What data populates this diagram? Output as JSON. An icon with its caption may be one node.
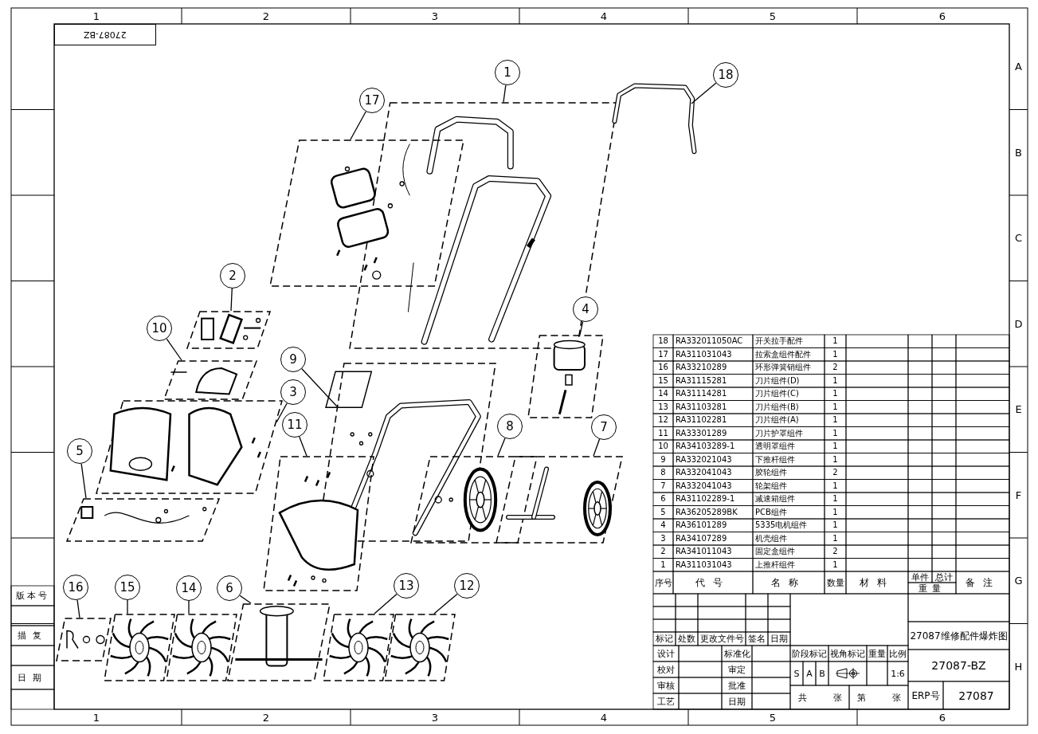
{
  "diagram": {
    "nodes": [
      {
        "text": [
          "1"
        ]
      },
      {
        "text": [],
        "shape": "picture"
      },
      {
        "text": [
          "18"
        ]
      },
      {
        "text": [],
        "shape": "picture"
      },
      {
        "text": [
          "17"
        ]
      },
      {
        "text": [],
        "shape": "picture"
      },
      {
        "text": [
          "2"
        ]
      },
      {
        "text": [],
        "shape": "picture"
      },
      {
        "text": [
          "4"
        ]
      },
      {
        "text": [],
        "shape": "picture"
      },
      {
        "text": [
          "10"
        ]
      },
      {
        "text": [],
        "shape": "picture"
      },
      {
        "text": [
          "9"
        ]
      },
      {
        "text": [],
        "shape": "picture"
      },
      {
        "text": [
          "3"
        ]
      },
      {
        "text": [],
        "shape": "picture"
      },
      {
        "text": [
          "11"
        ]
      },
      {
        "text": [],
        "shape": "picture"
      },
      {
        "text": [
          "8"
        ]
      },
      {
        "text": [],
        "shape": "picture"
      },
      {
        "text": [
          "7"
        ]
      },
      {
        "text": [],
        "shape": "picture"
      },
      {
        "text": [
          "5"
        ]
      },
      {
        "text": [],
        "shape": "picture"
      },
      {
        "text": [
          "16"
        ]
      },
      {
        "text": [],
        "shape": "picture"
      },
      {
        "text": [
          "15"
        ]
      },
      {
        "text": [],
        "shape": "picture"
      },
      {
        "text": [
          "14"
        ]
      },
      {
        "text": [],
        "shape": "picture"
      },
      {
        "text": [
          "6"
        ]
      },
      {
        "text": [],
        "shape": "picture"
      },
      {
        "text": [
          "13"
        ]
      },
      {
        "text": [],
        "shape": "picture"
      },
      {
        "text": [
          "12"
        ]
      },
      {
        "text": [],
        "shape": "picture"
      }
    ],
    "edges": [
      {
        "from": 0,
        "to": 1,
        "arrow": "none"
      },
      {
        "from": 2,
        "to": 3,
        "arrow": "none"
      },
      {
        "from": 4,
        "to": 5,
        "arrow": "none"
      },
      {
        "from": 6,
        "to": 7,
        "arrow": "none"
      },
      {
        "from": 8,
        "to": 9,
        "arrow": "none"
      },
      {
        "from": 10,
        "to": 11,
        "arrow": "none"
      },
      {
        "from": 12,
        "to": 13,
        "arrow": "none"
      },
      {
        "from": 14,
        "to": 15,
        "arrow": "none"
      },
      {
        "from": 16,
        "to": 17,
        "arrow": "none"
      },
      {
        "from": 18,
        "to": 19,
        "arrow": "none"
      },
      {
        "from": 20,
        "to": 21,
        "arrow": "none"
      },
      {
        "from": 22,
        "to": 23,
        "arrow": "none"
      },
      {
        "from": 24,
        "to": 25,
        "arrow": "none"
      },
      {
        "from": 26,
        "to": 27,
        "arrow": "none"
      },
      {
        "from": 28,
        "to": 29,
        "arrow": "none"
      },
      {
        "from": 30,
        "to": 31,
        "arrow": "none"
      },
      {
        "from": 32,
        "to": 33,
        "arrow": "none"
      },
      {
        "from": 34,
        "to": 35,
        "arrow": "none"
      }
    ],
    "labels": [
      "1",
      "2",
      "3",
      "4",
      "5",
      "6",
      "27087-BZ",
      "A",
      "B",
      "C",
      "D",
      "E",
      "F",
      "G",
      "H",
      "18",
      "RA332011050AC",
      "开关拉手配件",
      "1",
      "17",
      "RA311031043",
      "拉索盒组件配件",
      "1",
      "16",
      "RA33210289",
      "环形弹簧销组件",
      "2",
      "15",
      "RA31115281",
      "刀片组件(D)",
      "1",
      "14",
      "RA31114281",
      "刀片组件(C)",
      "1",
      "13",
      "RA31103281",
      "刀片组件(B)",
      "1",
      "12",
      "RA31102281",
      "刀片组件(A)",
      "1",
      "11",
      "RA33301289",
      "刀片护罩组件",
      "1",
      "10",
      "RA34103289-1",
      "透明罩组件",
      "1",
      "9",
      "RA332021043",
      "下推杆组件",
      "1",
      "8",
      "RA332041043",
      "胶轮组件",
      "2",
      "7",
      "RA332041043",
      "轮架组件",
      "1",
      "6",
      "RA31102289-1",
      "减速箱组件",
      "1",
      "5",
      "RA36205289BK",
      "PCB组件",
      "1",
      "4",
      "RA36101289",
      "5335电机组件",
      "1",
      "3",
      "RA34107289",
      "机壳组件",
      "1",
      "2",
      "RA341011043",
      "固定盒组件",
      "2",
      "1",
      "RA311031043",
      "上推杆组件",
      "1",
      "序号",
      "代号",
      "名称",
      "数量",
      "材料",
      "单件",
      "总计",
      "重量",
      "备注",
      "标记",
      "处数",
      "更改文件号",
      "签名",
      "日期",
      "设计",
      "标准化",
      "校对",
      "审定",
      "审核",
      "批准",
      "工艺",
      "日期",
      "阶段标记",
      "视角标记",
      "重量",
      "比例",
      "S",
      "A",
      "B",
      "1:6",
      "共",
      "张",
      "第",
      "张",
      "27087维修配件爆炸图",
      "27087-BZ",
      "ERP号",
      "27087",
      "版本号",
      "描复",
      "日期",
      "1",
      "2",
      "3",
      "4",
      "5",
      "6"
    ]
  }
}
